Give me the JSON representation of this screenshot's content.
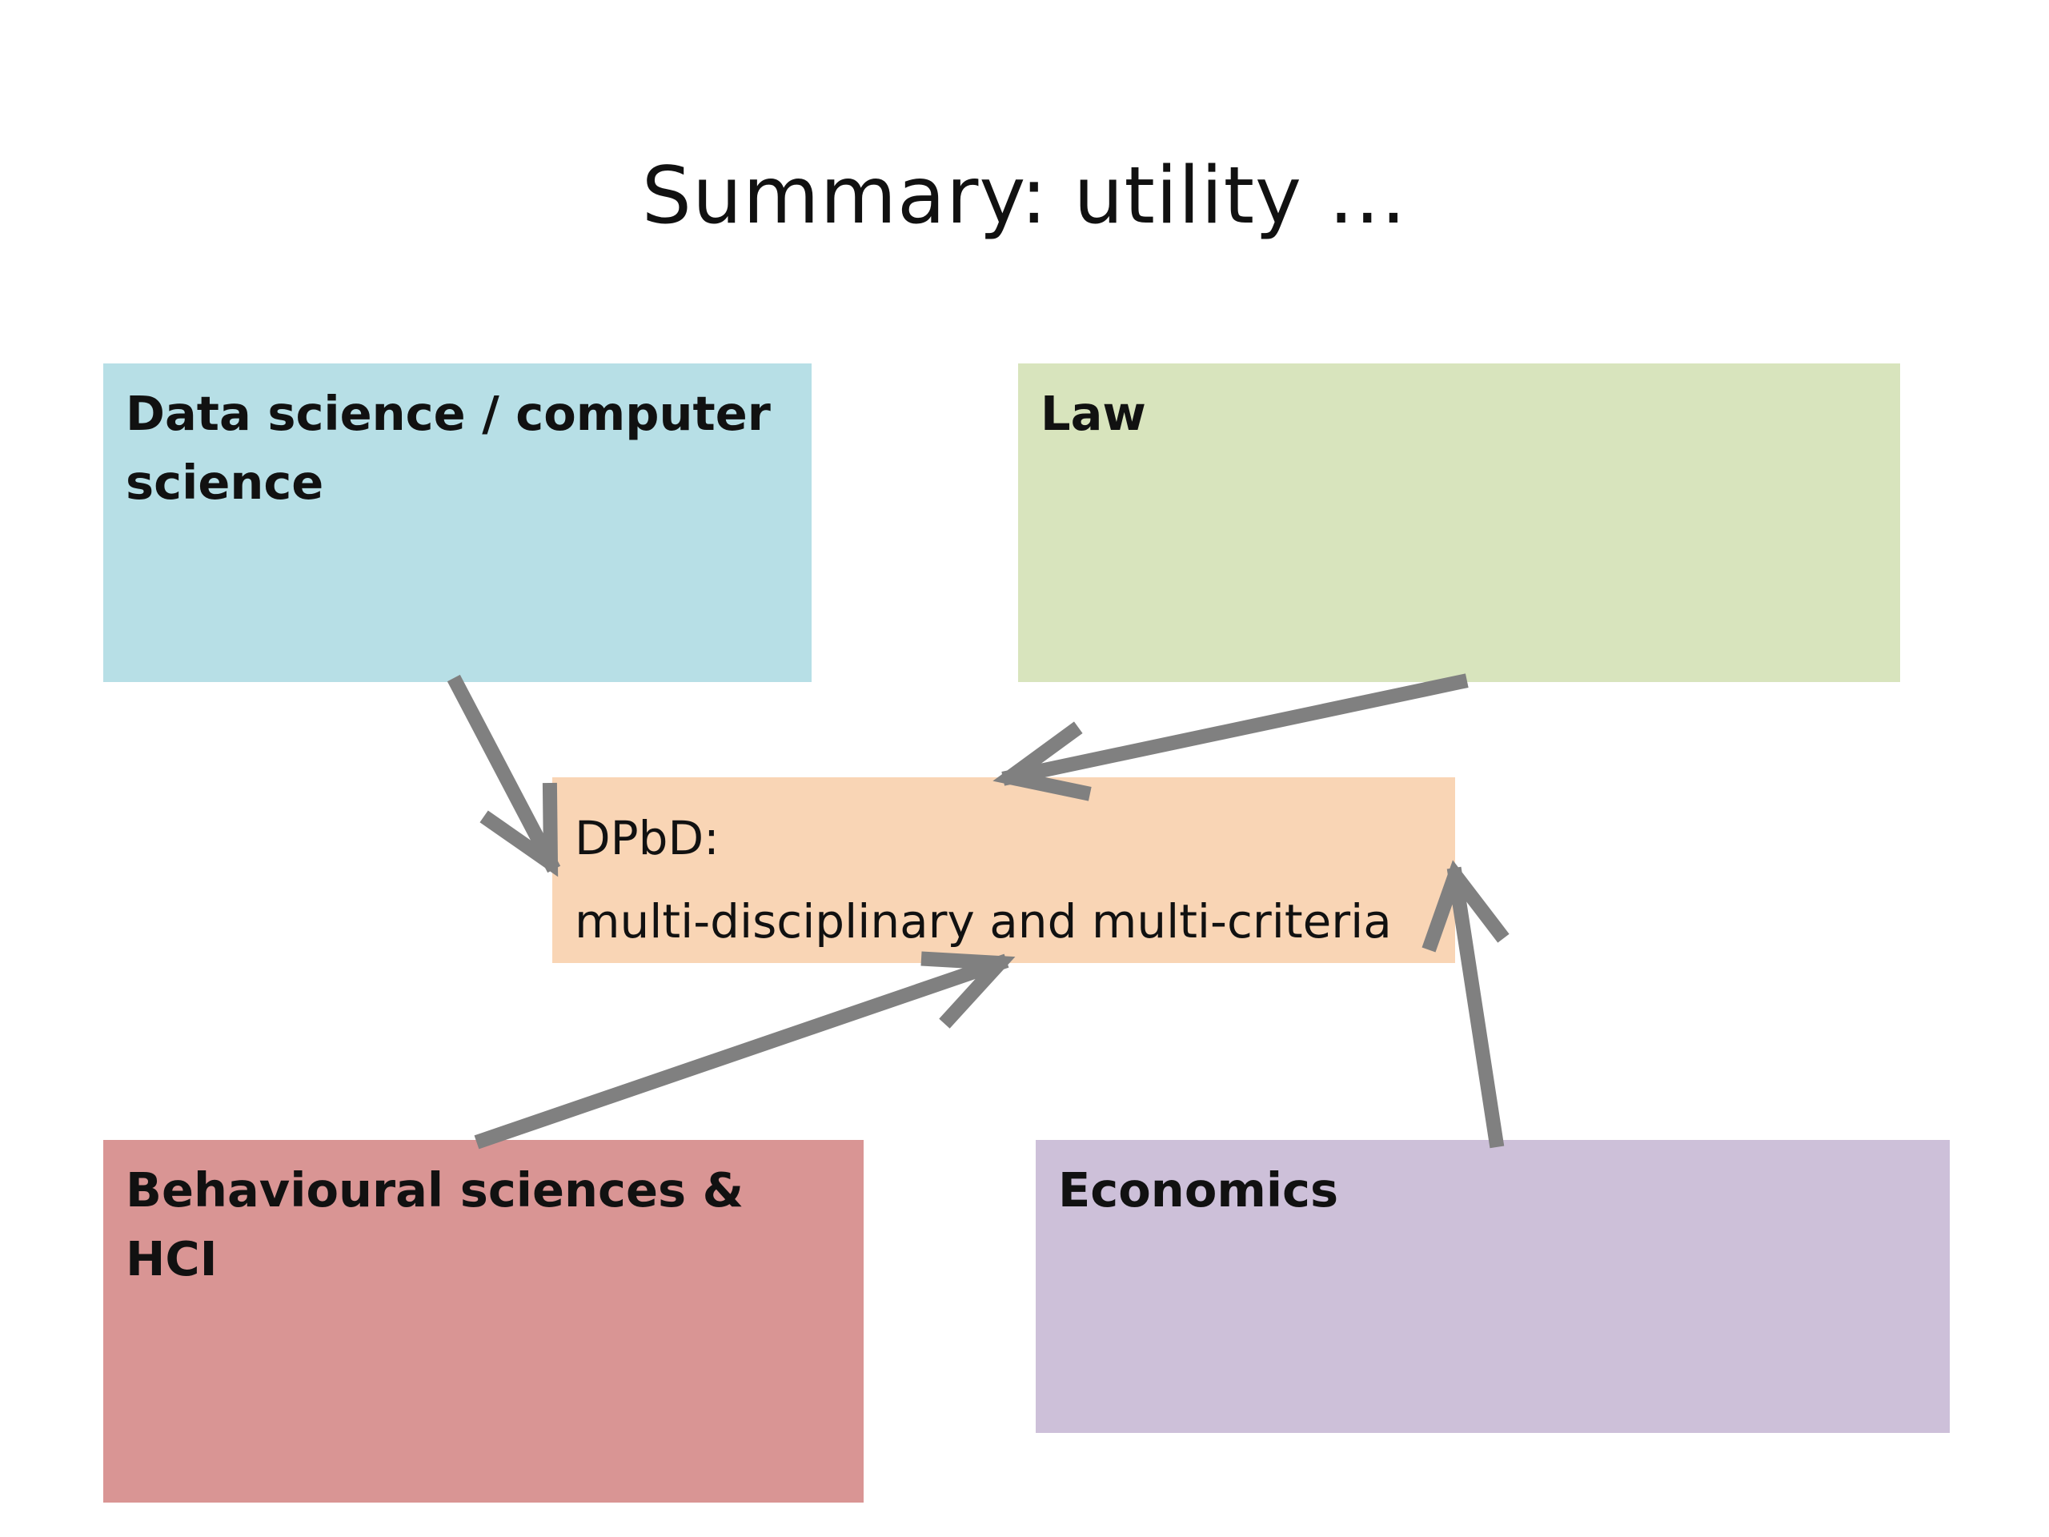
{
  "title": "Summary: utility …",
  "boxes": {
    "data_science": {
      "label_line1": "Data science / computer",
      "label_line2": "science",
      "color": "#b7dfe6"
    },
    "law": {
      "label": "Law",
      "color": "#d8e4bd"
    },
    "behavioural": {
      "label": "Behavioural sciences & HCI",
      "color": "#d99594"
    },
    "economics": {
      "label": "Economics",
      "color": "#cdc0d9"
    }
  },
  "center": {
    "line1": "DPbD:",
    "line2": "multi-disciplinary and multi-criteria",
    "color": "#f9d5b5"
  },
  "arrow_color": "#808080"
}
